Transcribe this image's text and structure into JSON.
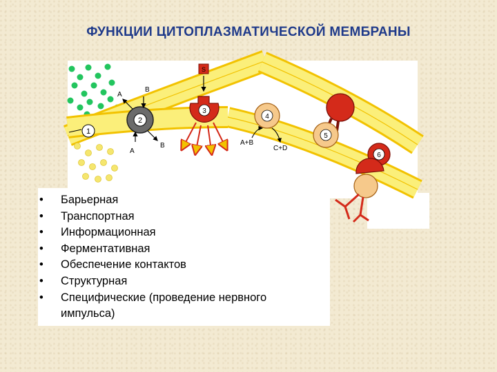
{
  "title": "ФУНКЦИИ ЦИТОПЛАЗМАТИЧЕСКОЙ МЕМБРАНЫ",
  "diagram": {
    "labels": {
      "n1": "1",
      "n2": "2",
      "n3": "3",
      "n4": "4",
      "n5": "5",
      "n6": "6",
      "signal": "S",
      "a_top": "A",
      "b_top": "B",
      "a_bottom": "A",
      "b_bottom": "B",
      "substrate": "A+B",
      "product": "C+D"
    },
    "colors": {
      "membrane": "#fbef7a",
      "membrane_edge": "#f2c200",
      "green_particles": "#22c55e",
      "yellow_particles": "#f5e66e",
      "receptor_red": "#d42a1a",
      "enzyme_orange": "#f6c98b"
    }
  },
  "functions": {
    "bullet": "•",
    "items": [
      "Барьерная",
      "Транспортная",
      "Информационная",
      "Ферментативная",
      "Обеспечение контактов",
      "Структурная",
      "Специфические (проведение нервного импульса)"
    ]
  }
}
